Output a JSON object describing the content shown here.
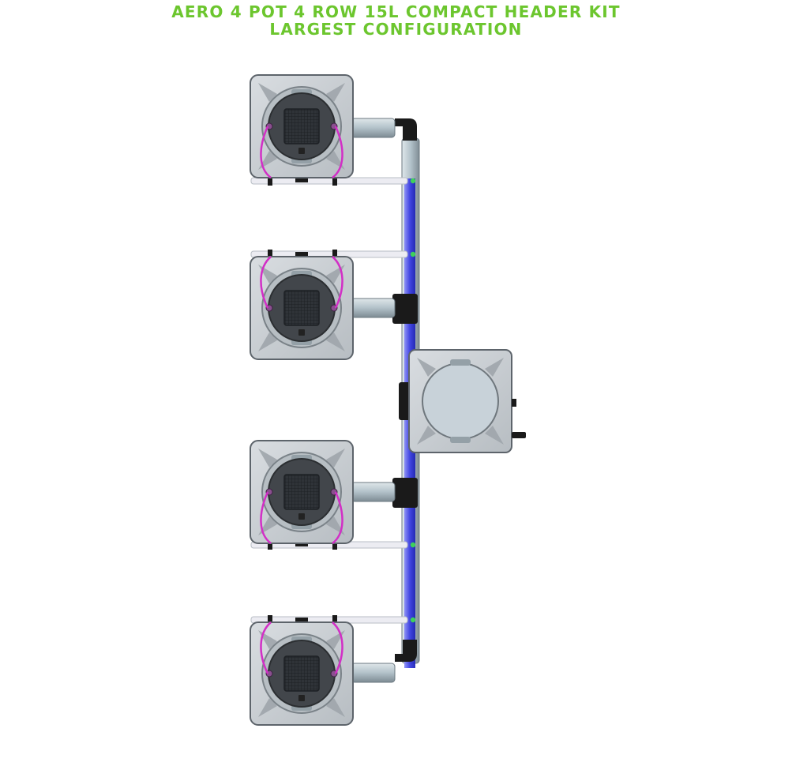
{
  "title": {
    "line1": "AERO 4 POT 4 ROW 15L COMPACT HEADER KIT",
    "line2": "LARGEST CONFIGURATION"
  },
  "diagram": {
    "pot_count": 4,
    "header_tank_count": 1,
    "colors": {
      "title": "#6cc62e",
      "pot_body": "#c9ced3",
      "pot_outline": "#5d646b",
      "dark_cap": "#42464b",
      "mesh": "#2f3338",
      "pipe_light": "#b8c6ce",
      "pipe_dark": "#7f8d95",
      "blue_line": "#3b3fe2",
      "magenta_line": "#d22fc6",
      "white_line": "#ececf2",
      "green_joint": "#3ed15a",
      "black_fitting": "#1a1a1a"
    }
  }
}
